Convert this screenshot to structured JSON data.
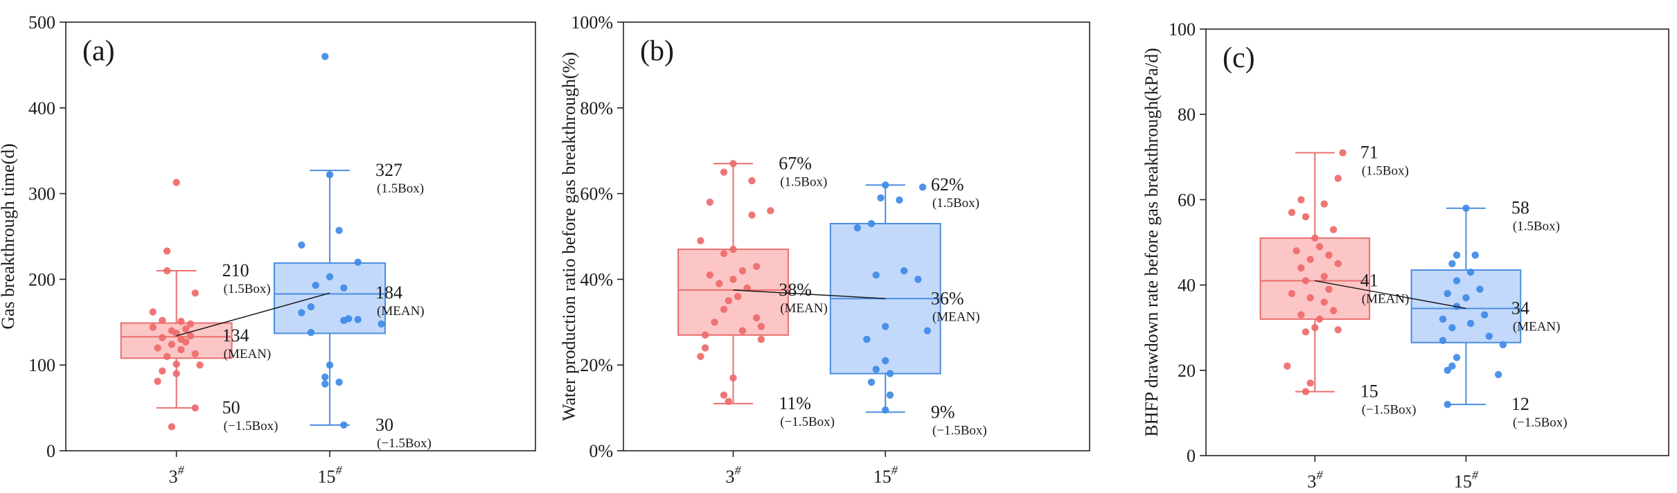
{
  "chart_data": [
    {
      "type": "box",
      "panel_label": "(a)",
      "ylabel": "Gas breakthrough time(d)",
      "ylim": [
        0,
        500
      ],
      "yticks": [
        0,
        100,
        200,
        300,
        400,
        500
      ],
      "ytick_labels": [
        "0",
        "100",
        "200",
        "300",
        "400",
        "500"
      ],
      "categories": [
        "3",
        "15"
      ],
      "category_superscript": "#",
      "colors": {
        "fill": [
          "#fcc6c6",
          "#c3d9fb"
        ],
        "stroke": [
          "#ea6e6e",
          "#4a8de0"
        ],
        "dot": [
          "#ee6a6a",
          "#3f8ae6"
        ]
      },
      "series": [
        {
          "q1": 108,
          "median": 133,
          "q3": 149,
          "mean": 134,
          "whisker_low": 50,
          "whisker_high": 210,
          "annotations": [
            {
              "value": "210",
              "sub": "(1.5Box)",
              "at": 210
            },
            {
              "value": "134",
              "sub": "(MEAN)",
              "at": 134
            },
            {
              "value": "50",
              "sub": "(−1.5Box)",
              "at": 50
            }
          ],
          "points": [
            [
              0.0,
              313
            ],
            [
              -0.02,
              233
            ],
            [
              -0.02,
              210
            ],
            [
              0.04,
              184
            ],
            [
              -0.05,
              162
            ],
            [
              -0.03,
              152
            ],
            [
              0.01,
              151
            ],
            [
              0.03,
              148
            ],
            [
              -0.05,
              144
            ],
            [
              0.02,
              142
            ],
            [
              -0.01,
              140
            ],
            [
              0.0,
              137
            ],
            [
              0.03,
              134
            ],
            [
              -0.03,
              132
            ],
            [
              0.01,
              130
            ],
            [
              0.02,
              127
            ],
            [
              -0.01,
              124
            ],
            [
              -0.04,
              120
            ],
            [
              0.01,
              118
            ],
            [
              0.04,
              113
            ],
            [
              -0.02,
              110
            ],
            [
              0.0,
              101
            ],
            [
              0.05,
              100
            ],
            [
              -0.03,
              93
            ],
            [
              0.0,
              90
            ],
            [
              -0.04,
              81
            ],
            [
              0.04,
              50
            ],
            [
              -0.01,
              28
            ]
          ]
        },
        {
          "q1": 137,
          "median": 183,
          "q3": 219,
          "mean": 184,
          "whisker_low": 30,
          "whisker_high": 327,
          "annotations": [
            {
              "value": "327",
              "sub": "(1.5Box)",
              "at": 327
            },
            {
              "value": "184",
              "sub": "(MEAN)",
              "at": 184
            },
            {
              "value": "30",
              "sub": "(−1.5Box)",
              "at": 30
            }
          ],
          "points": [
            [
              -0.01,
              460
            ],
            [
              0.0,
              322
            ],
            [
              0.02,
              257
            ],
            [
              -0.06,
              240
            ],
            [
              0.06,
              220
            ],
            [
              0.0,
              203
            ],
            [
              -0.03,
              193
            ],
            [
              0.03,
              190
            ],
            [
              -0.04,
              168
            ],
            [
              -0.06,
              161
            ],
            [
              0.04,
              154
            ],
            [
              0.06,
              153
            ],
            [
              0.03,
              152
            ],
            [
              0.11,
              148
            ],
            [
              -0.04,
              138
            ],
            [
              0.0,
              100
            ],
            [
              -0.01,
              86
            ],
            [
              0.02,
              80
            ],
            [
              -0.01,
              78
            ],
            [
              0.03,
              30
            ]
          ]
        }
      ],
      "mean_line": true
    },
    {
      "type": "box",
      "panel_label": "(b)",
      "ylabel": "Water production ratio before gas breakthrough(%)",
      "ylim": [
        0,
        100
      ],
      "yticks": [
        0,
        20,
        40,
        60,
        80,
        100
      ],
      "ytick_labels": [
        "0%",
        "20%",
        "40%",
        "60%",
        "80%",
        "100%"
      ],
      "categories": [
        "3",
        "15"
      ],
      "category_superscript": "#",
      "colors": {
        "fill": [
          "#fcc6c6",
          "#c3d9fb"
        ],
        "stroke": [
          "#ea6e6e",
          "#4a8de0"
        ],
        "dot": [
          "#ee6a6a",
          "#3f8ae6"
        ]
      },
      "series": [
        {
          "q1": 27,
          "median": 37.5,
          "q3": 47,
          "mean": 37.5,
          "whisker_low": 11,
          "whisker_high": 67,
          "annotations": [
            {
              "value": "67%",
              "sub": "(1.5Box)",
              "at": 67
            },
            {
              "value": "38%",
              "sub": "(MEAN)",
              "at": 37.5
            },
            {
              "value": "11%",
              "sub": "(−1.5Box)",
              "at": 11
            }
          ],
          "points": [
            [
              0.0,
              67
            ],
            [
              -0.02,
              65
            ],
            [
              0.04,
              63
            ],
            [
              -0.05,
              58
            ],
            [
              0.08,
              56
            ],
            [
              0.04,
              55
            ],
            [
              -0.07,
              49
            ],
            [
              0.0,
              47
            ],
            [
              -0.02,
              46
            ],
            [
              0.05,
              43
            ],
            [
              0.02,
              42
            ],
            [
              -0.05,
              41
            ],
            [
              0.0,
              40
            ],
            [
              -0.03,
              39
            ],
            [
              0.03,
              38
            ],
            [
              0.01,
              36
            ],
            [
              -0.01,
              35
            ],
            [
              -0.02,
              33
            ],
            [
              0.05,
              31
            ],
            [
              -0.04,
              30
            ],
            [
              0.06,
              29
            ],
            [
              0.02,
              28
            ],
            [
              -0.06,
              27
            ],
            [
              0.06,
              26
            ],
            [
              -0.06,
              24
            ],
            [
              -0.07,
              22
            ],
            [
              0.0,
              17
            ],
            [
              -0.02,
              13
            ],
            [
              -0.01,
              11.5
            ]
          ]
        },
        {
          "q1": 18,
          "median": 35.5,
          "q3": 53,
          "mean": 35.5,
          "whisker_low": 9,
          "whisker_high": 62,
          "annotations": [
            {
              "value": "62%",
              "sub": "(1.5Box)",
              "at": 62
            },
            {
              "value": "36%",
              "sub": "(MEAN)",
              "at": 35.5
            },
            {
              "value": "9%",
              "sub": "(−1.5Box)",
              "at": 9
            }
          ],
          "points": [
            [
              0.0,
              62
            ],
            [
              0.08,
              61.5
            ],
            [
              -0.01,
              59
            ],
            [
              0.03,
              58.5
            ],
            [
              -0.03,
              53
            ],
            [
              -0.06,
              52
            ],
            [
              0.04,
              42
            ],
            [
              -0.02,
              41
            ],
            [
              0.07,
              40
            ],
            [
              0.0,
              29
            ],
            [
              0.09,
              28
            ],
            [
              -0.04,
              26
            ],
            [
              0.0,
              21
            ],
            [
              -0.02,
              19
            ],
            [
              0.01,
              18
            ],
            [
              -0.03,
              16
            ],
            [
              0.01,
              13
            ],
            [
              0.0,
              9.5
            ]
          ]
        }
      ],
      "mean_line": true
    },
    {
      "type": "box",
      "panel_label": "(c)",
      "ylabel": "BHFP drawdown rate before gas breakthrough(kPa/d)",
      "ylim": [
        0,
        100
      ],
      "yticks": [
        0,
        20,
        40,
        60,
        80,
        100
      ],
      "ytick_labels": [
        "0",
        "20",
        "40",
        "60",
        "80",
        "100"
      ],
      "categories": [
        "3",
        "15"
      ],
      "category_superscript": "#",
      "colors": {
        "fill": [
          "#fcc6c6",
          "#c3d9fb"
        ],
        "stroke": [
          "#ea6e6e",
          "#4a8de0"
        ],
        "dot": [
          "#ee6a6a",
          "#3f8ae6"
        ]
      },
      "series": [
        {
          "q1": 32,
          "median": 41,
          "q3": 51,
          "mean": 41,
          "whisker_low": 15,
          "whisker_high": 71,
          "annotations": [
            {
              "value": "71",
              "sub": "(1.5Box)",
              "at": 71
            },
            {
              "value": "41",
              "sub": "(MEAN)",
              "at": 41
            },
            {
              "value": "15",
              "sub": "(−1.5Box)",
              "at": 15
            }
          ],
          "points": [
            [
              0.06,
              71
            ],
            [
              0.05,
              65
            ],
            [
              -0.03,
              60
            ],
            [
              0.02,
              59
            ],
            [
              -0.05,
              57
            ],
            [
              -0.02,
              56
            ],
            [
              0.04,
              53
            ],
            [
              0.0,
              51
            ],
            [
              0.01,
              49
            ],
            [
              -0.04,
              48
            ],
            [
              0.03,
              47
            ],
            [
              -0.01,
              46
            ],
            [
              0.05,
              45
            ],
            [
              -0.03,
              44
            ],
            [
              0.02,
              42
            ],
            [
              -0.02,
              41
            ],
            [
              0.03,
              39
            ],
            [
              -0.05,
              38
            ],
            [
              -0.01,
              37
            ],
            [
              0.02,
              36
            ],
            [
              0.04,
              34
            ],
            [
              -0.03,
              33
            ],
            [
              0.01,
              32
            ],
            [
              0.0,
              30
            ],
            [
              0.05,
              29.5
            ],
            [
              -0.02,
              29
            ],
            [
              -0.06,
              21
            ],
            [
              -0.01,
              17
            ],
            [
              -0.02,
              15
            ]
          ]
        },
        {
          "q1": 26.5,
          "median": 34.5,
          "q3": 43.5,
          "mean": 34.5,
          "whisker_low": 12,
          "whisker_high": 58,
          "annotations": [
            {
              "value": "58",
              "sub": "(1.5Box)",
              "at": 58
            },
            {
              "value": "34",
              "sub": "(MEAN)",
              "at": 34.5
            },
            {
              "value": "12",
              "sub": "(−1.5Box)",
              "at": 12
            }
          ],
          "points": [
            [
              0.0,
              58
            ],
            [
              -0.02,
              47
            ],
            [
              0.02,
              47
            ],
            [
              -0.03,
              45
            ],
            [
              0.01,
              43
            ],
            [
              -0.02,
              41
            ],
            [
              0.03,
              39
            ],
            [
              -0.04,
              38
            ],
            [
              0.0,
              37
            ],
            [
              -0.02,
              35
            ],
            [
              0.04,
              33
            ],
            [
              -0.05,
              32
            ],
            [
              0.01,
              31
            ],
            [
              -0.03,
              30
            ],
            [
              0.05,
              28
            ],
            [
              -0.05,
              27
            ],
            [
              0.08,
              26
            ],
            [
              -0.02,
              23
            ],
            [
              -0.03,
              21
            ],
            [
              -0.04,
              20
            ],
            [
              0.07,
              19
            ],
            [
              -0.04,
              12
            ]
          ]
        }
      ],
      "mean_line": true
    }
  ]
}
